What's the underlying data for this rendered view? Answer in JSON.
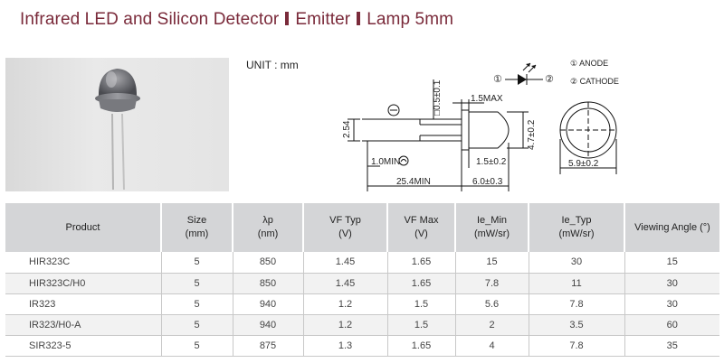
{
  "title": {
    "part1": "Infrared LED and Silicon Detector",
    "part2": "Emitter",
    "part3": "Lamp 5mm"
  },
  "unit_label": "UNIT : mm",
  "drawing": {
    "dim_square": "□0.5±0.1",
    "dim_flange": "1.5MAX",
    "dim_pitch": "2.54",
    "dim_min": "1.0MIN",
    "dim_lead": "25.4MIN",
    "dim_body_gap": "1.5±0.2",
    "dim_body_len": "6.0±0.3",
    "dim_dia": "4.7±0.2",
    "dim_flange_dia": "5.9±0.2",
    "pin1": "①",
    "pin2": "②",
    "legend_anode": "① ANODE",
    "legend_cathode": "② CATHODE"
  },
  "table": {
    "headers": [
      {
        "line1": "Product",
        "line2": ""
      },
      {
        "line1": "Size",
        "line2": "(mm)"
      },
      {
        "line1": "λp",
        "line2": "(nm)"
      },
      {
        "line1": "VF Typ",
        "line2": "(V)"
      },
      {
        "line1": "VF Max",
        "line2": "(V)"
      },
      {
        "line1": "Ie_Min",
        "line2": "(mW/sr)"
      },
      {
        "line1": "Ie_Typ",
        "line2": "(mW/sr)"
      },
      {
        "line1": "Viewing Angle (°)",
        "line2": ""
      }
    ],
    "rows": [
      [
        "HIR323C",
        "5",
        "850",
        "1.45",
        "1.65",
        "15",
        "30",
        "15"
      ],
      [
        "HIR323C/H0",
        "5",
        "850",
        "1.45",
        "1.65",
        "7.8",
        "11",
        "30"
      ],
      [
        "IR323",
        "5",
        "940",
        "1.2",
        "1.5",
        "5.6",
        "7.8",
        "30"
      ],
      [
        "IR323/H0-A",
        "5",
        "940",
        "1.2",
        "1.5",
        "2",
        "3.5",
        "60"
      ],
      [
        "SIR323-5",
        "5",
        "875",
        "1.3",
        "1.65",
        "4",
        "7.8",
        "35"
      ]
    ]
  }
}
